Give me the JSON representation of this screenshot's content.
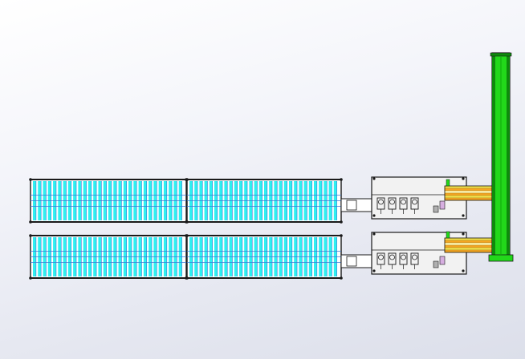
{
  "viewport": {
    "background_top": "#ffffff",
    "background_bottom": "#dcdfea"
  },
  "colors": {
    "outline": "#1a1a1a",
    "roller_cyan": "#2ff0f0",
    "roller_blue": "#3a7bd5",
    "roller_white": "#ffffff",
    "machine_frame": "#f2f2f2",
    "tower_green": "#22d81a",
    "tower_dark_green": "#0e8a0c",
    "stack_orange": "#f5a623",
    "stack_yellow": "#f1e04b",
    "stack_light": "#fff5b0",
    "accent_pink": "#d6aee0",
    "accent_gray": "#b0b0b0"
  },
  "model": {
    "lines": [
      {
        "id": "upper-line",
        "label": ""
      },
      {
        "id": "lower-line",
        "label": ""
      }
    ],
    "conveyor_segments_per_line": 2,
    "roller_count_per_segment": 30,
    "actuators_per_station": 4
  }
}
